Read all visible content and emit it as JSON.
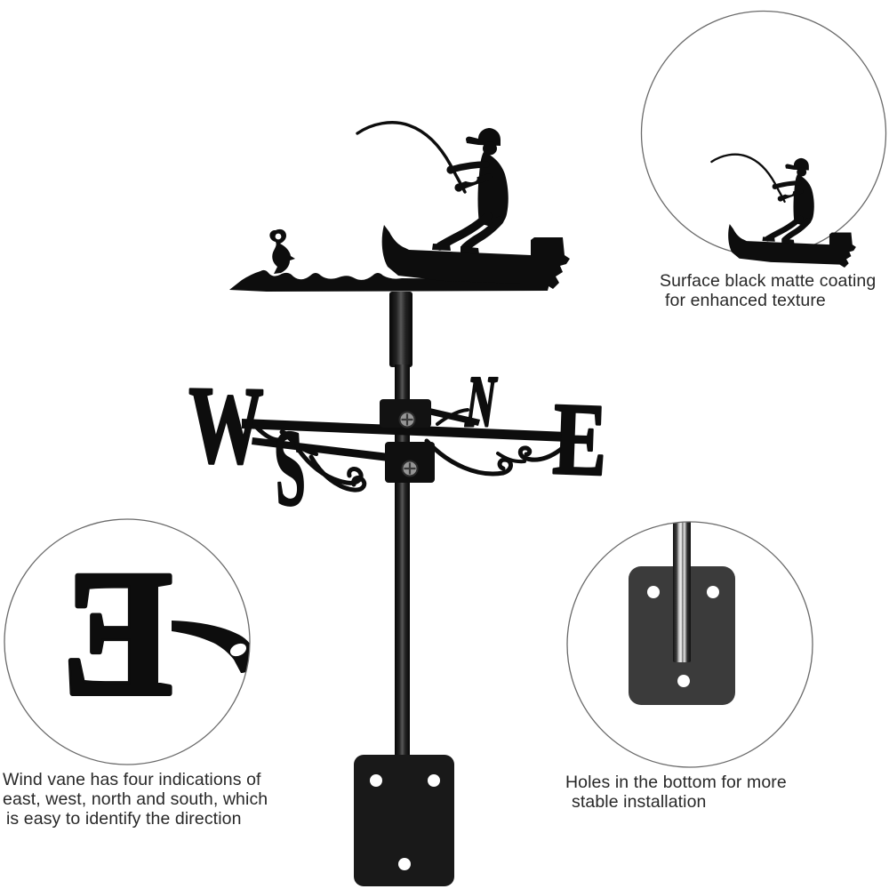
{
  "vane": {
    "directions": {
      "west": "W",
      "north": "N",
      "east": "E",
      "south": "S"
    }
  },
  "callouts": {
    "top_right": {
      "line1": "Surface black matte coating",
      "line2": "for enhanced texture"
    },
    "bottom_left": {
      "letter": "E",
      "line1": "Wind vane has four indications of",
      "line2": "east, west, north and south, which",
      "line3": "is easy to identify the direction"
    },
    "bottom_right": {
      "line1": "Holes in the bottom for more",
      "line2": "stable installation"
    }
  },
  "colors": {
    "silhouette": "#0d0d0d",
    "caption_text": "#282828",
    "circle_border": "#6a6a6a",
    "plate_main": "#191919",
    "plate_callout": "#3b3b3b",
    "screw": "#969696"
  }
}
